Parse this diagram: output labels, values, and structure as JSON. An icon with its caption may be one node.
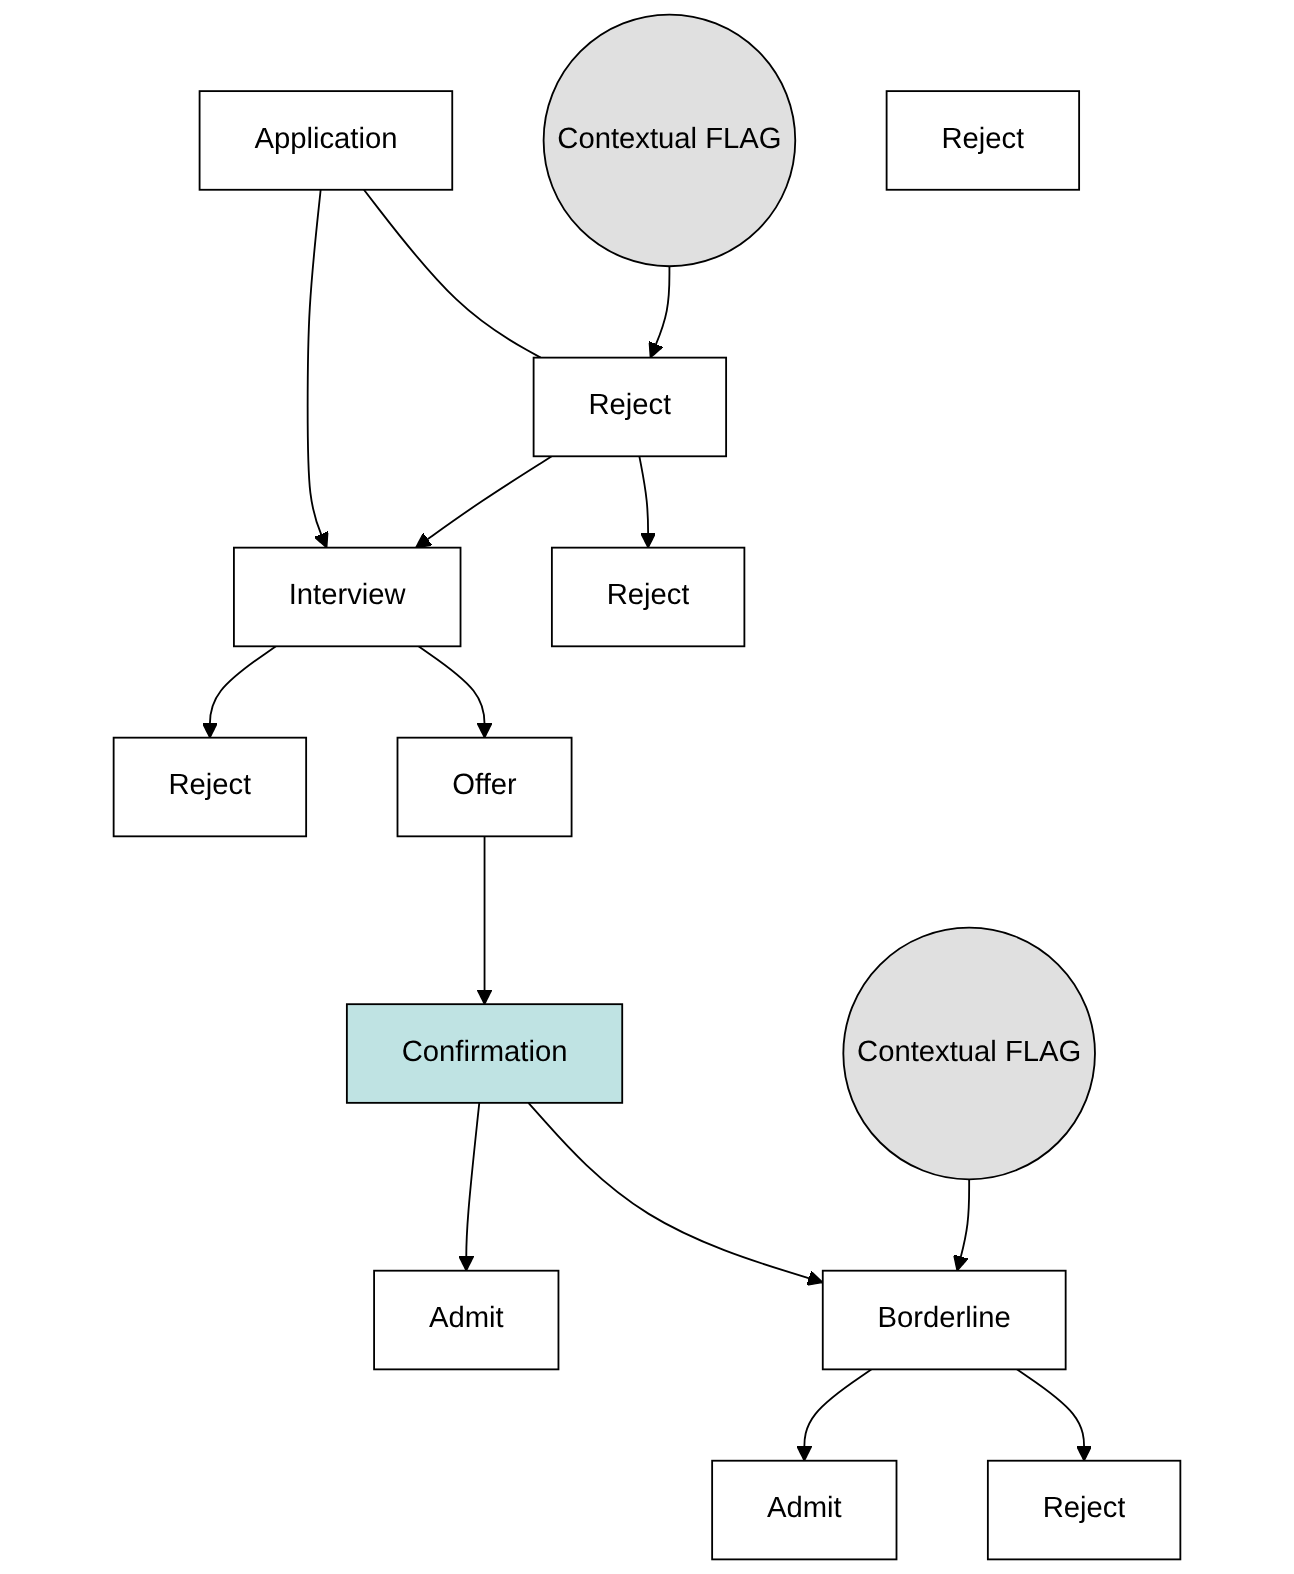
{
  "diagram": {
    "nodes": [
      {
        "text": [
          "Application"
        ]
      },
      {
        "text": [
          "Reject"
        ]
      },
      {
        "text": [
          "Contextual FLAG"
        ]
      },
      {
        "text": [
          "Interview"
        ]
      },
      {
        "text": [
          "Reject"
        ]
      },
      {
        "text": [
          "Reject"
        ]
      },
      {
        "text": [
          "Offer"
        ]
      },
      {
        "text": [
          "Confirmation"
        ]
      },
      {
        "text": [
          "Admit"
        ]
      },
      {
        "text": [
          "Reject"
        ]
      },
      {
        "text": [
          "Borderline"
        ]
      },
      {
        "text": [
          "Contextual FLAG"
        ]
      },
      {
        "text": [
          "Admit"
        ]
      },
      {
        "text": [
          "Reject"
        ]
      }
    ],
    "edges": [
      {
        "from": 0,
        "to": 3,
        "arrow": "to"
      },
      {
        "from": 0,
        "to": 1,
        "arrow": "none"
      },
      {
        "from": 2,
        "to": 1,
        "arrow": "to"
      },
      {
        "from": 1,
        "to": 3,
        "arrow": "to"
      },
      {
        "from": 1,
        "to": 4,
        "arrow": "to"
      },
      {
        "from": 3,
        "to": 5,
        "arrow": "to"
      },
      {
        "from": 3,
        "to": 6,
        "arrow": "to"
      },
      {
        "from": 6,
        "to": 7,
        "arrow": "to"
      },
      {
        "from": 7,
        "to": 8,
        "arrow": "to"
      },
      {
        "from": 7,
        "to": 10,
        "arrow": "to"
      },
      {
        "from": 11,
        "to": 10,
        "arrow": "to"
      },
      {
        "from": 10,
        "to": 12,
        "arrow": "to"
      },
      {
        "from": 10,
        "to": 13,
        "arrow": "to"
      }
    ]
  }
}
